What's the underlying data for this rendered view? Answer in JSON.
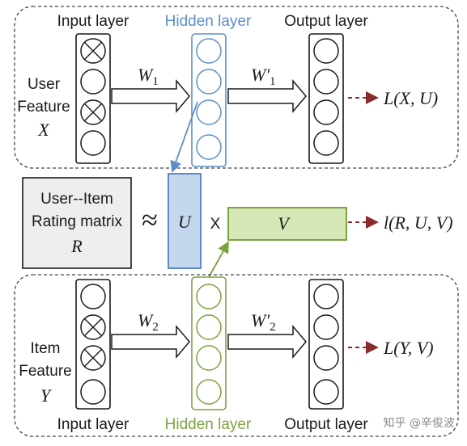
{
  "top": {
    "input_label": "Input layer",
    "hidden_label": "Hidden layer",
    "output_label": "Output layer",
    "feature_lines": [
      "User",
      "Feature",
      "X"
    ],
    "weight1": "W",
    "weight1_sub": "1",
    "weight2": "W′",
    "weight2_sub": "1",
    "loss": "L(X, U)",
    "input_nodes_crossed": [
      true,
      false,
      true,
      false
    ]
  },
  "middle": {
    "matrix_lines": [
      "User--Item",
      "Rating matrix",
      "R"
    ],
    "approx": "≈",
    "u_label": "U",
    "times": "X",
    "v_label": "V",
    "loss": "l(R, U, V)"
  },
  "bottom": {
    "input_label": "Input layer",
    "hidden_label": "Hidden layer",
    "output_label": "Output layer",
    "feature_lines": [
      "Item",
      "Feature",
      "Y"
    ],
    "weight1": "W",
    "weight1_sub": "2",
    "weight2": "W′",
    "weight2_sub": "2",
    "loss": "L(Y, V)",
    "input_nodes_crossed": [
      false,
      true,
      true,
      false
    ]
  },
  "watermark": "知乎 @辛俊波",
  "colors": {
    "hidden_top": "#5b8fc6",
    "hidden_bottom": "#7aa23f",
    "u_fill": "#c5d7ef",
    "u_stroke": "#4f7fc0",
    "v_fill": "#d5e8b5",
    "v_stroke": "#6e9a36",
    "loss_arrow": "#8b2a2a",
    "matrix_fill": "#eeeeee"
  }
}
